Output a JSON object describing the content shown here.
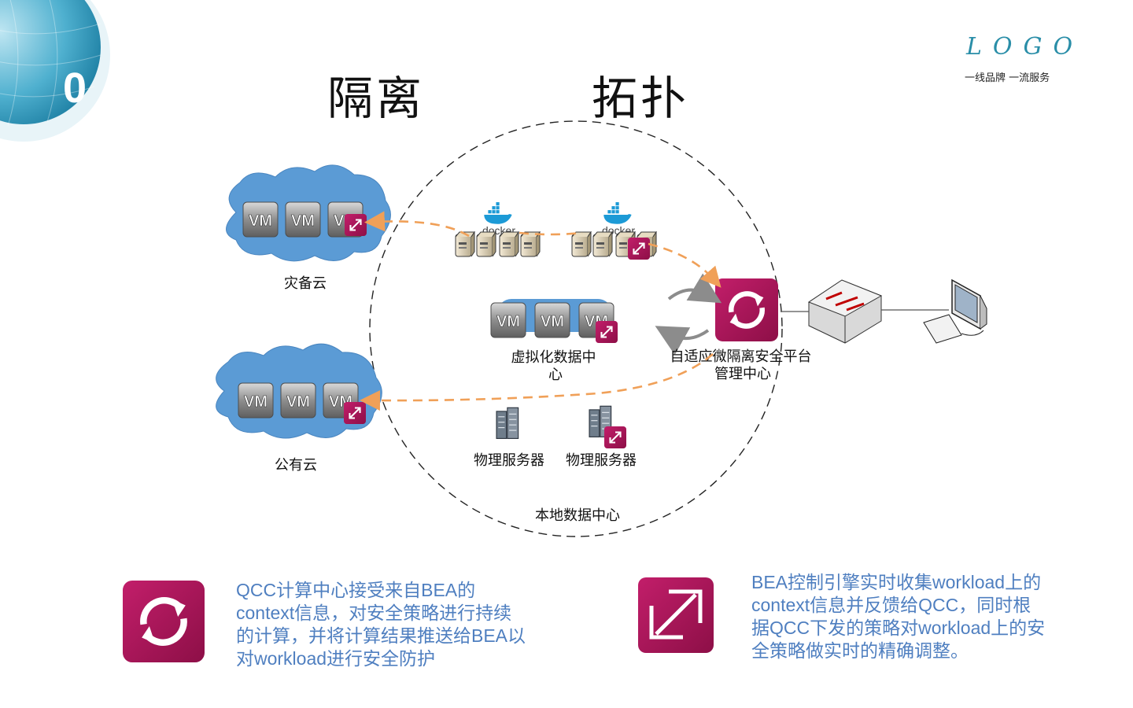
{
  "header": {
    "title_left": "隔离",
    "title_right": "拓扑",
    "logo": "LOGO",
    "slogan": "一线品牌 一流服务",
    "corner_number": "0"
  },
  "diagram": {
    "dr_cloud_label": "灾备云",
    "public_cloud_label": "公有云",
    "virtual_dc_label": "虚拟化数据中心",
    "virtual_dc_label_line1": "虚拟化数据中",
    "virtual_dc_label_line2": "心",
    "physical_server_1": "物理服务器",
    "physical_server_2": "物理服务器",
    "local_dc_label": "本地数据中心",
    "platform_line1": "自适应微隔离安全平台",
    "platform_line2": "管理中心",
    "vm_text": "VM",
    "docker_text": "docker"
  },
  "legend": {
    "qcc_text": "QCC计算中心接受来自BEA的context信息，对安全策略进行持续的计算，并将计算结果推送给BEA以对workload进行安全防护",
    "qcc_lines": [
      "QCC计算中心接受来自BEA的",
      "context信息，对安全策略进行持续",
      "的计算，并将计算结果推送给BEA以",
      "对workload进行安全防护"
    ],
    "bea_text": "BEA控制引擎实时收集workload上的context信息并反馈给QCC，同时根据QCC下发的策略对workload上的安全策略做实时的精确调整。",
    "bea_lines": [
      "BEA控制引擎实时收集workload上的",
      "context信息并反馈给QCC，同时根",
      "据QCC下发的策略对workload上的安",
      "全策略做实时的精确调整。"
    ]
  },
  "colors": {
    "accent_magenta": "#b5175f",
    "cloud_blue": "#5b9bd5",
    "arrow_orange": "#f0a058",
    "text_blue": "#4f7fc0",
    "logo_teal": "#2a8ea8"
  }
}
